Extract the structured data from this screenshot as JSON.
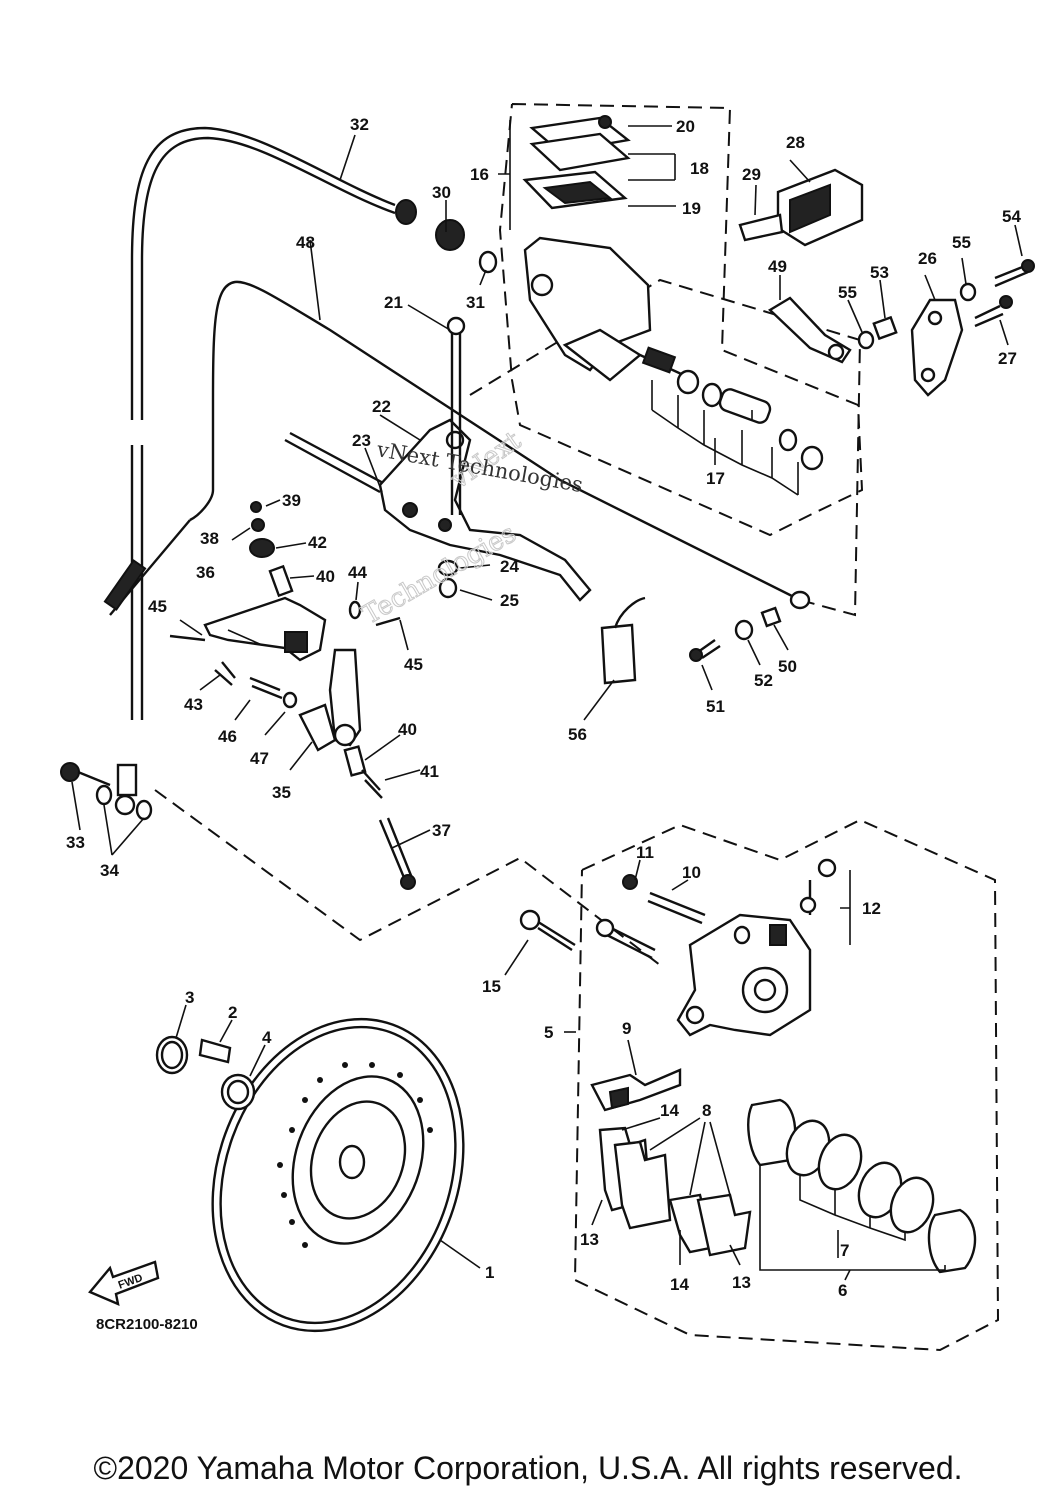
{
  "callouts": {
    "c1": "1",
    "c2": "2",
    "c3": "3",
    "c4": "4",
    "c5": "5",
    "c6": "6",
    "c7": "7",
    "c8": "8",
    "c9": "9",
    "c10": "10",
    "c11": "11",
    "c12": "12",
    "c13a": "13",
    "c13b": "13",
    "c14a": "14",
    "c14b": "14",
    "c15": "15",
    "c16": "16",
    "c17": "17",
    "c18": "18",
    "c19": "19",
    "c20": "20",
    "c21": "21",
    "c22": "22",
    "c23": "23",
    "c24": "24",
    "c25": "25",
    "c26": "26",
    "c27": "27",
    "c28": "28",
    "c29": "29",
    "c30": "30",
    "c31": "31",
    "c32": "32",
    "c33": "33",
    "c34": "34",
    "c35": "35",
    "c36": "36",
    "c37": "37",
    "c38": "38",
    "c39": "39",
    "c40a": "40",
    "c40b": "40",
    "c41": "41",
    "c42": "42",
    "c43": "43",
    "c44": "44",
    "c45a": "45",
    "c45b": "45",
    "c46": "46",
    "c47": "47",
    "c48": "48",
    "c49": "49",
    "c50": "50",
    "c51": "51",
    "c52": "52",
    "c53": "53",
    "c54": "54",
    "c55": "55",
    "c55b": "55",
    "c56": "56"
  },
  "fwd_label": "FWD",
  "diagram_code": "8CR2100-8210",
  "watermark_text": [
    "vNext",
    "Technologies",
    "vNext Technologies"
  ],
  "copyright": "©2020 Yamaha Motor Corporation, U.S.A. All rights reserved."
}
